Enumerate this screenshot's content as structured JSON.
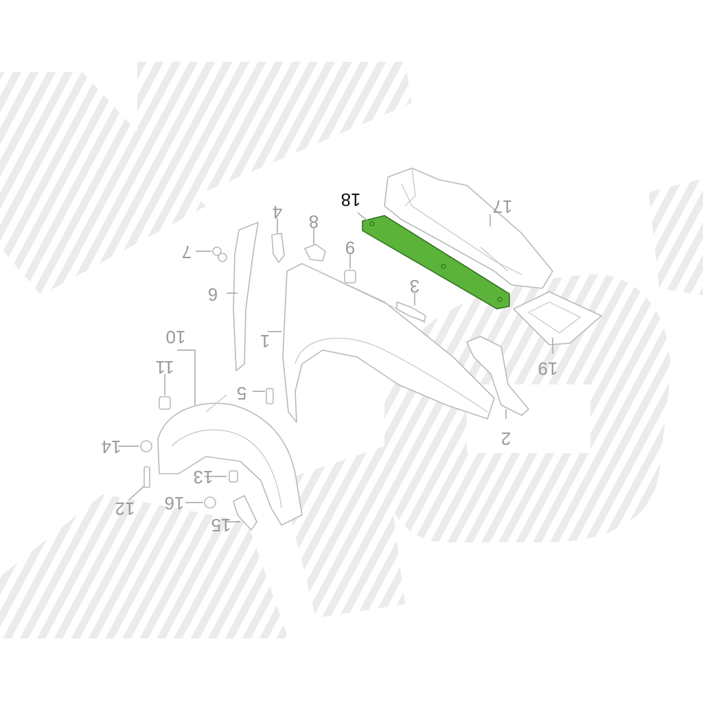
{
  "diagram": {
    "highlight_color": "#5cb33a",
    "highlight_stroke": "#2f6d1c",
    "watermark_color": "#e9e9e9",
    "highlighted_part": "18",
    "labels": [
      {
        "id": "p1",
        "text": "1"
      },
      {
        "id": "p2",
        "text": "2"
      },
      {
        "id": "p3",
        "text": "3"
      },
      {
        "id": "p4",
        "text": "4"
      },
      {
        "id": "p5",
        "text": "5"
      },
      {
        "id": "p6",
        "text": "6"
      },
      {
        "id": "p7",
        "text": "7"
      },
      {
        "id": "p8",
        "text": "8"
      },
      {
        "id": "p9",
        "text": "9"
      },
      {
        "id": "p10",
        "text": "10"
      },
      {
        "id": "p11",
        "text": "11"
      },
      {
        "id": "p12",
        "text": "12"
      },
      {
        "id": "p13",
        "text": "13"
      },
      {
        "id": "p14",
        "text": "14"
      },
      {
        "id": "p15",
        "text": "15"
      },
      {
        "id": "p16",
        "text": "16"
      },
      {
        "id": "p17",
        "text": "17"
      },
      {
        "id": "p18",
        "text": "18"
      },
      {
        "id": "p19",
        "text": "19"
      }
    ]
  }
}
